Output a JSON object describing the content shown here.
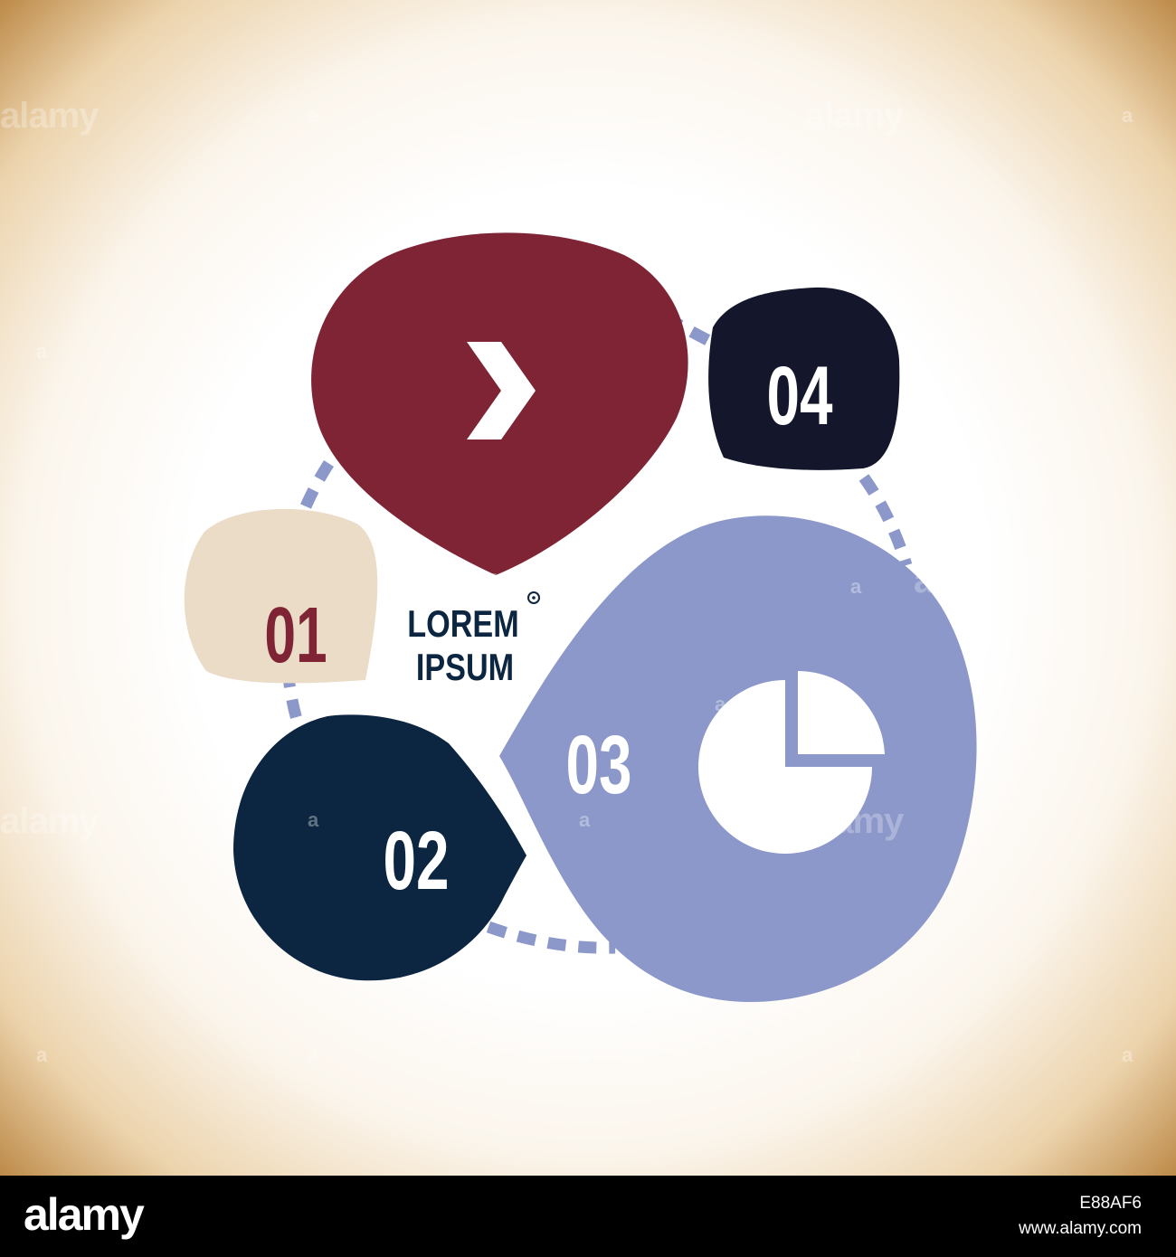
{
  "diagram": {
    "step_01": "01",
    "step_02": "02",
    "step_03": "03",
    "step_04": "04",
    "title_line1": "LOREM",
    "title_line2": "IPSUM",
    "icons": {
      "step_top": "chevron-right-icon",
      "step_03": "pie-chart-icon",
      "title": "registered-mark-icon"
    }
  },
  "colors": {
    "maroon": "#7f2434",
    "navy": "#0c2540",
    "dark_navy": "#14172b",
    "periwinkle": "#8b98c9",
    "beige": "#eadcc7",
    "dash": "#8b98c9"
  },
  "watermark": {
    "text": "alamy",
    "letter": "a"
  },
  "footer": {
    "logo": "alamy",
    "image_id": "E88AF6",
    "url": "www.alamy.com"
  }
}
